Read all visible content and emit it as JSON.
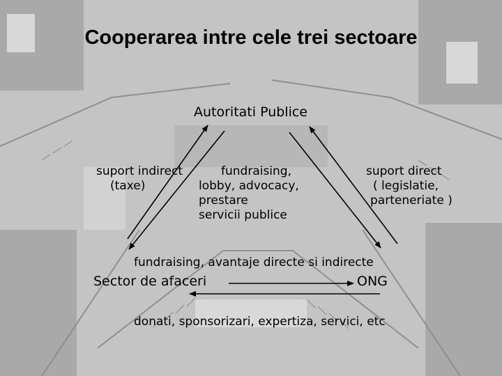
{
  "slide": {
    "title": "Cooperarea intre cele trei sectoare",
    "nodes": {
      "top": "Autoritati Publice",
      "left": "Sector de afaceri",
      "right": "ONG"
    },
    "labels": {
      "left_line1": "suport indirect",
      "left_line2": "(taxe)",
      "center_line1": "fundraising,",
      "center_line2": "lobby, advocacy,",
      "center_line3": "prestare",
      "center_line4": "servicii publice",
      "right_line1": "suport direct",
      "right_line2": "( legislatie,",
      "right_line3": "parteneriate )",
      "middle": "fundraising, avantaje directe si indirecte",
      "bottom": "donati, sponsorizari, expertiza, servici, etc"
    },
    "colors": {
      "background": "#bdbdbd",
      "text": "#000000",
      "arrow": "#000000"
    }
  }
}
